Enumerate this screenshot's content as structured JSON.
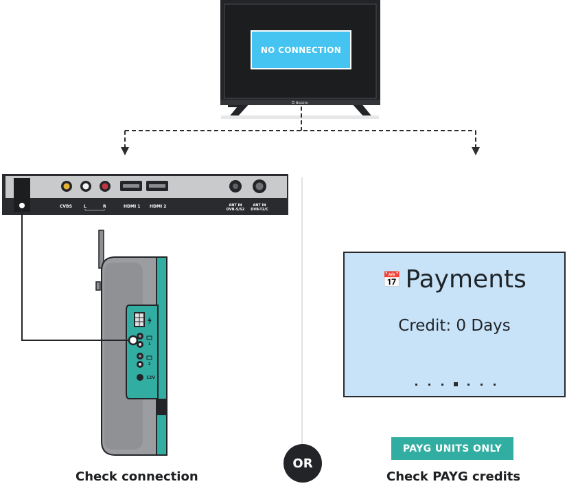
{
  "tv": {
    "screen_message": "NO CONNECTION",
    "brand_label": "BioLite"
  },
  "back_panel": {
    "ports": [
      "CVBS",
      "L",
      "R",
      "HDMI 1",
      "HDMI 2"
    ],
    "antenna_1": [
      "ANT IN",
      "DVB-S/S2"
    ],
    "antenna_2": [
      "ANT IN",
      "DVB-T2/C"
    ]
  },
  "control_unit": {
    "voltage_label": "12V",
    "port_numbers": [
      "1",
      "2"
    ]
  },
  "payments_screen": {
    "title": "Payments",
    "credit": "Credit: 0 Days",
    "page_count": 7,
    "active_page": 4
  },
  "labels": {
    "left_caption": "Check connection",
    "right_caption": "Check PAYG credits",
    "badge": "PAYG UNITS ONLY",
    "separator": "OR"
  },
  "colors": {
    "screen_blue": "#45c3f1",
    "teal": "#31aea1",
    "lcd_background": "#c8e3f8",
    "tv_black": "#232427"
  }
}
